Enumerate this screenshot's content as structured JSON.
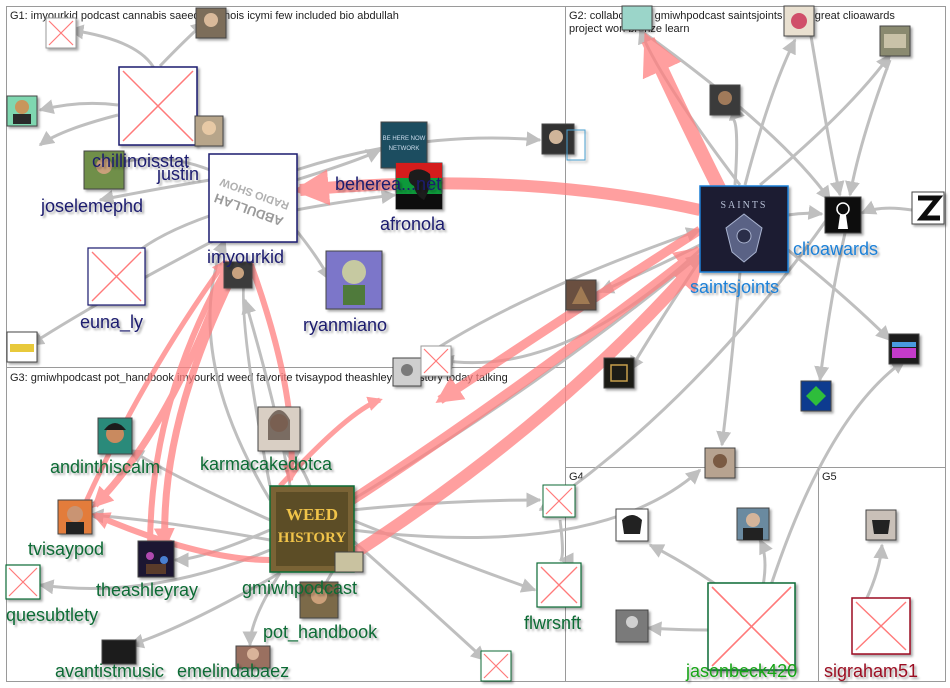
{
  "colors": {
    "g1": "#1b1b6e",
    "g2": "#1a7fd6",
    "g3": "#0c6b34",
    "g4": "#0c6b34",
    "g5": "#9b0d20",
    "edge_gray": "#b4b4b4",
    "edge_red": "#ff8080",
    "box_border": "#9a9a9a"
  },
  "groups": [
    {
      "name": "G1",
      "label": "G1: imyourkid podcast cannabis saeed chillinois icymi few included bio abdullah"
    },
    {
      "name": "G2",
      "label": "G2: collaborative gmiwhpodcast saintsjoints latest great clioawards project won bronze learn"
    },
    {
      "name": "G3",
      "label": "G3: gmiwhpodcast pot_handbook imyourkid weed favorite tvisaypod theashleyray history today talking"
    },
    {
      "name": "G4",
      "label": "G4"
    },
    {
      "name": "G5",
      "label": "G5"
    }
  ],
  "nodes": [
    {
      "id": "imyourkid",
      "label": "imyourkid",
      "group": "g1",
      "icon": "abdullah-radio-avatar",
      "image_text": "ABDULLAH RADIO SHOW"
    },
    {
      "id": "chillinoisstate",
      "label": "chillinoisstat",
      "group": "g1",
      "icon": "missing-image-icon"
    },
    {
      "id": "justin",
      "label": "justin",
      "group": "g1",
      "icon": "person-avatar"
    },
    {
      "id": "joselemephd",
      "label": "joselemephd",
      "group": "g1",
      "icon": "person-avatar"
    },
    {
      "id": "behereandnownet",
      "label": "beherea...net",
      "group": "g1",
      "icon": "network-logo-avatar",
      "image_text": "BE HERE NOW NETWORK"
    },
    {
      "id": "afronola",
      "label": "afronola",
      "group": "g1",
      "icon": "africa-map-avatar"
    },
    {
      "id": "euna_ly",
      "label": "euna_ly",
      "group": "g1",
      "icon": "missing-image-icon"
    },
    {
      "id": "ryanmiano",
      "label": "ryanmiano",
      "group": "g1",
      "icon": "cartoon-avatar"
    },
    {
      "id": "saintsjoints",
      "label": "saintsjoints",
      "group": "g2",
      "icon": "saints-logo-avatar",
      "image_text": "SAINTS"
    },
    {
      "id": "clioawards",
      "label": "clioawards",
      "group": "g2",
      "icon": "clio-statue-avatar"
    },
    {
      "id": "gmiwhpodcast",
      "label": "gmiwhpodcast",
      "group": "g3",
      "icon": "weed-history-avatar",
      "image_text": "WEED HISTORY"
    },
    {
      "id": "pot_handbook",
      "label": "pot_handbook",
      "group": "g3",
      "icon": "person-avatar"
    },
    {
      "id": "andinthiscalm",
      "label": "andinthiscalm",
      "group": "g3",
      "icon": "illustrated-avatar"
    },
    {
      "id": "karmacakedotca",
      "label": "karmacakedotca",
      "group": "g3",
      "icon": "person-avatar"
    },
    {
      "id": "tvisaypod",
      "label": "tvisaypod",
      "group": "g3",
      "icon": "person-avatar"
    },
    {
      "id": "theashleyray",
      "label": "theashleyray",
      "group": "g3",
      "icon": "stage-avatar"
    },
    {
      "id": "quesubtlety",
      "label": "quesubtlety",
      "group": "g3",
      "icon": "missing-image-icon"
    },
    {
      "id": "avantistmusic",
      "label": "avantistmusic",
      "group": "g3",
      "icon": "dark-avatar"
    },
    {
      "id": "emelindabaez",
      "label": "emelindabaez",
      "group": "g3",
      "icon": "person-avatar"
    },
    {
      "id": "flwrsnft",
      "label": "flwrsnft",
      "group": "g4",
      "icon": "missing-image-icon"
    },
    {
      "id": "jasonbeck420",
      "label": "jasonbeck420",
      "group": "g4",
      "icon": "missing-image-icon"
    },
    {
      "id": "sigraham51",
      "label": "sigraham51",
      "group": "g5",
      "icon": "missing-image-icon"
    }
  ]
}
